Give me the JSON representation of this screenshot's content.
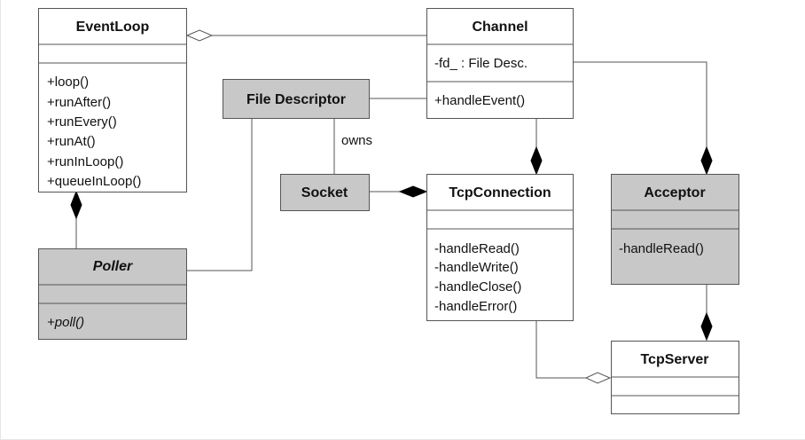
{
  "classes": {
    "eventloop": {
      "name": "EventLoop",
      "methods": [
        "+loop()",
        "+runAfter()",
        "+runEvery()",
        "+runAt()",
        "+runInLoop()",
        "+queueInLoop()"
      ]
    },
    "channel": {
      "name": "Channel",
      "attributes": [
        "-fd_ : File Desc."
      ],
      "methods": [
        "+handleEvent()"
      ]
    },
    "filedescriptor": {
      "name": "File Descriptor"
    },
    "socket": {
      "name": "Socket"
    },
    "tcpconnection": {
      "name": "TcpConnection",
      "methods": [
        "-handleRead()",
        "-handleWrite()",
        "-handleClose()",
        "-handleError()"
      ]
    },
    "acceptor": {
      "name": "Acceptor",
      "methods": [
        "-handleRead()"
      ]
    },
    "poller": {
      "name": "Poller",
      "methods": [
        "+poll()"
      ]
    },
    "tcpserver": {
      "name": "TcpServer"
    }
  },
  "relations": {
    "owns_label": "owns"
  }
}
